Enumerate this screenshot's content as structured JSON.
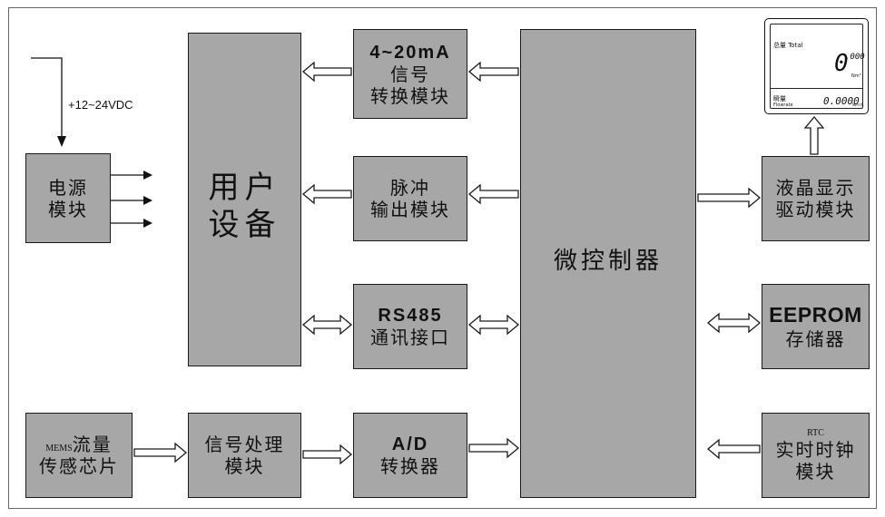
{
  "blocks": {
    "power": [
      "电源",
      "模块"
    ],
    "user_device": [
      "用户",
      "设备"
    ],
    "signal_4_20": {
      "en": "4~20mA",
      "cn1": "信号",
      "cn2": "转换模块"
    },
    "pulse": [
      "脉冲",
      "输出模块"
    ],
    "rs485": {
      "en": "RS485",
      "cn": "通讯接口"
    },
    "mcu": "微控制器",
    "lcd_driver": [
      "液晶显示",
      "驱动模块"
    ],
    "eeprom": {
      "en": "EEPROM",
      "cn": "存储器"
    },
    "mems": {
      "prefix": "MEMS",
      "cn1": "流量",
      "cn2": "传感芯片"
    },
    "signal_proc": [
      "信号处理",
      "模块"
    ],
    "ad": {
      "en": "A/D",
      "cn": "转换器"
    },
    "rtc": {
      "prefix": "RTC",
      "cn1": "实时时钟",
      "cn2": "模块"
    }
  },
  "supply_label": "+12~24VDC",
  "lcd": {
    "total_label": "总量 Total",
    "total_digit": "0",
    "total_decimals": ".000",
    "total_unit": "Nm³",
    "flow_label": "瞬量",
    "flow_label_en": "Flowrate",
    "flow_value": "0.0000",
    "flow_unit": "Nm³/h"
  },
  "colors": {
    "block_fill": "#a7a7a7",
    "stroke": "#1a1a1a",
    "background": "#ffffff"
  }
}
